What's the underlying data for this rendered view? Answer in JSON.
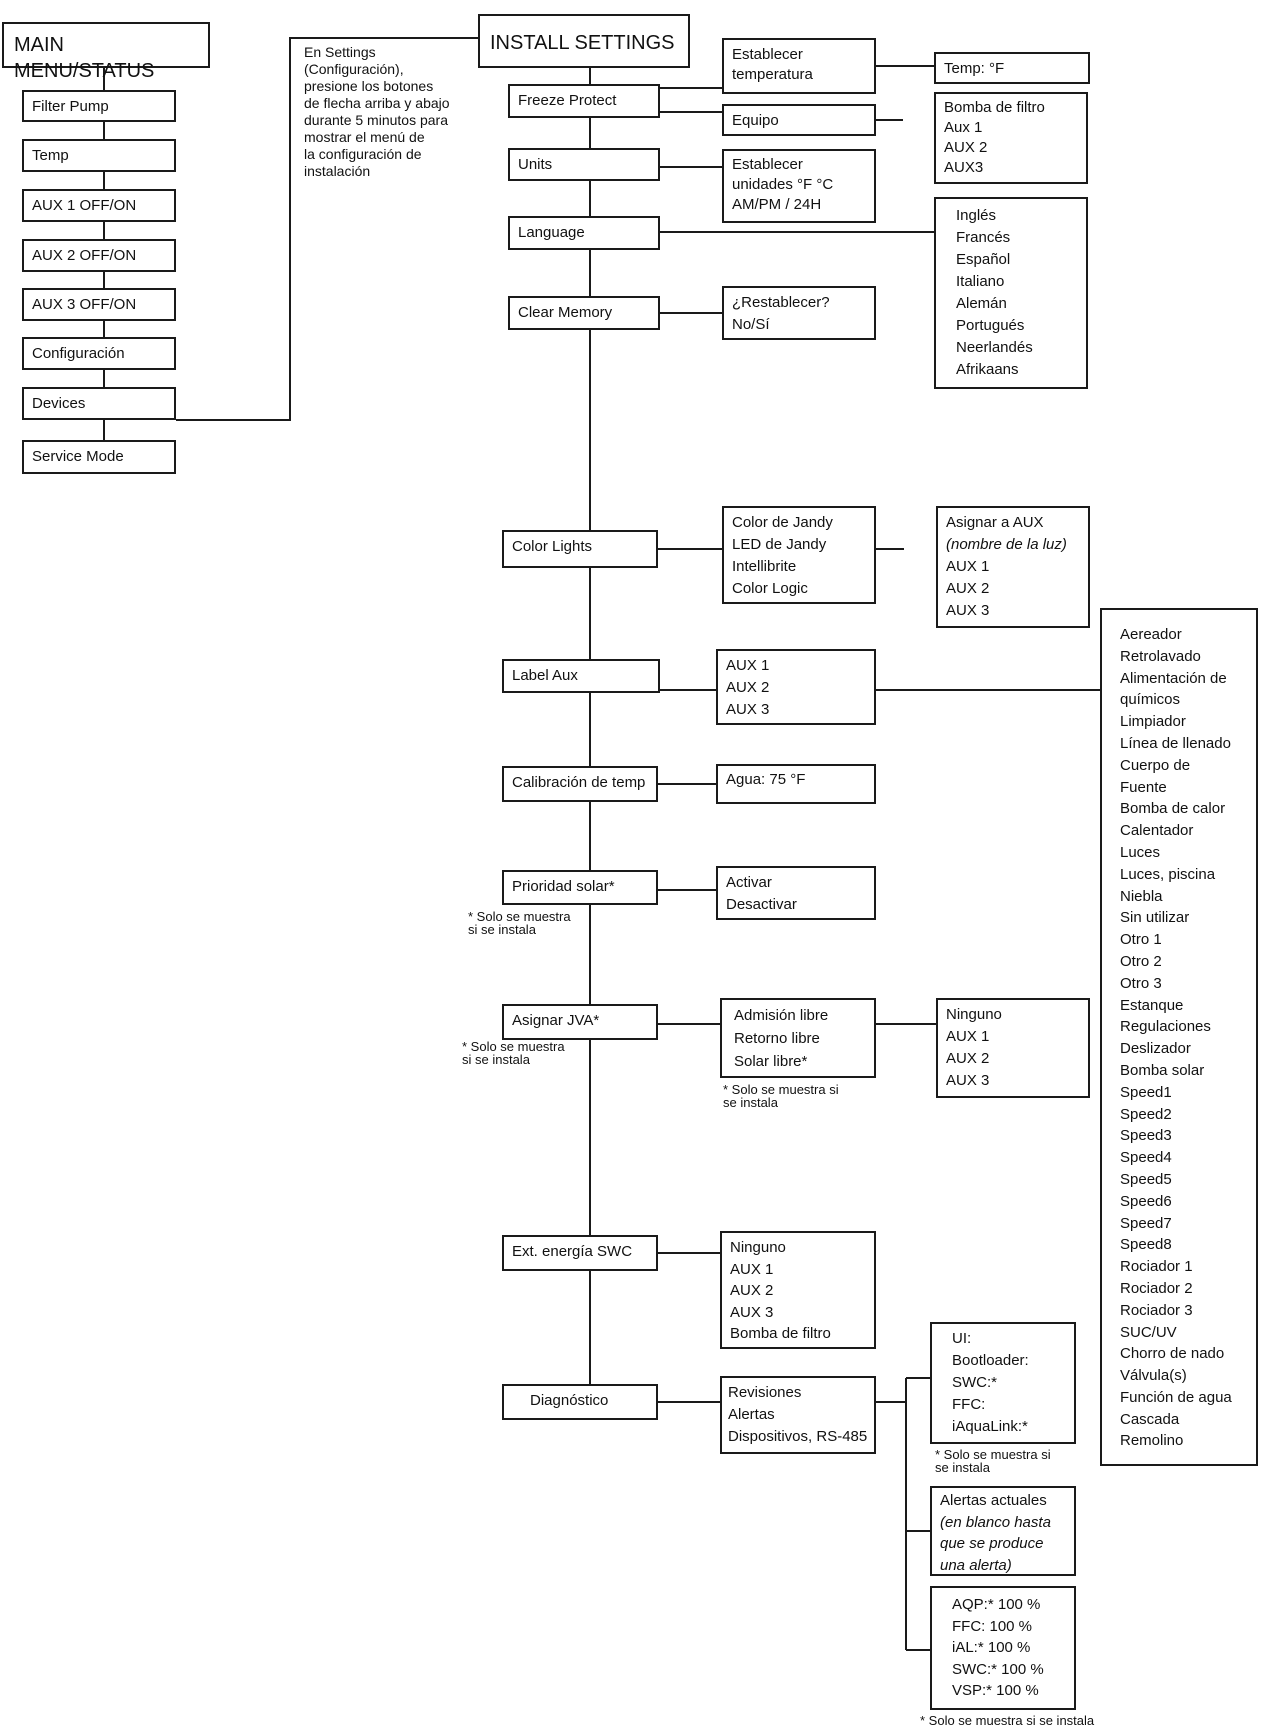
{
  "main_menu": {
    "title": "MAIN MENU/STATUS",
    "items": [
      "Filter Pump",
      "Temp",
      "AUX 1 OFF/ON",
      "AUX 2 OFF/ON",
      "AUX 3 OFF/ON",
      "Configuración",
      "Devices",
      "Service Mode"
    ]
  },
  "instruction": {
    "text": "En Settings\n(Configuración),\npresione los botones\nde flecha arriba y abajo\ndurante 5 minutos para\nmostrar el menú de\nla configuración de\ninstalación"
  },
  "install": {
    "title": "INSTALL SETTINGS",
    "items": [
      "Freeze Protect",
      "Units",
      "Language",
      "Clear Memory",
      "Color Lights",
      "Label Aux",
      "Calibración de temp",
      "Prioridad solar*",
      "Asignar JVA*",
      "Ext. energía SWC",
      "Diagnóstico"
    ]
  },
  "notes": {
    "solar": "* Solo se muestra\nsi se instala",
    "jva": "* Solo se muestra\nsi se instala",
    "jva_options": "* Solo se muestra si\nse instala",
    "revisions": "* Solo se muestra si\nse instala",
    "bottom": "* Solo se muestra si se instala"
  },
  "freeze": {
    "temp_set": [
      "Establecer",
      "temperatura"
    ],
    "temp_value": [
      "Temp: °F"
    ],
    "equipment": [
      "Equipo"
    ],
    "equipment_options": [
      "Bomba de filtro",
      "Aux 1",
      "AUX 2",
      "AUX3"
    ]
  },
  "units": {
    "options": [
      "Establecer",
      "unidades °F °C",
      "AM/PM / 24H"
    ]
  },
  "languages": [
    "Inglés",
    "Francés",
    "Español",
    "Italiano",
    "Alemán",
    "Portugués",
    "Neerlandés",
    "Afrikaans"
  ],
  "clear_memory": {
    "options": [
      "¿Restablecer?",
      "No/Sí"
    ]
  },
  "color_lights": {
    "types": [
      "Color de Jandy",
      "LED de Jandy",
      "Intellibrite",
      "Color Logic"
    ],
    "assign": [
      "Asignar a AUX",
      "(nombre de la luz)",
      "AUX 1",
      "AUX 2",
      "AUX 3"
    ]
  },
  "label_aux": {
    "options": [
      "AUX 1",
      "AUX 2",
      "AUX 3"
    ],
    "labels": [
      "Aereador",
      "Retrolavado",
      "Alimentación de",
      "químicos",
      "Limpiador",
      "Línea de llenado",
      "Cuerpo de",
      "Fuente",
      "Bomba de calor",
      "Calentador",
      "Luces",
      "Luces, piscina",
      "Niebla",
      "Sin utilizar",
      "Otro 1",
      "Otro 2",
      "Otro 3",
      "Estanque",
      "Regulaciones",
      "Deslizador",
      "Bomba solar",
      "Speed1",
      "Speed2",
      "Speed3",
      "Speed4",
      "Speed5",
      "Speed6",
      "Speed7",
      "Speed8",
      "Rociador 1",
      "Rociador 2",
      "Rociador 3",
      "SUC/UV",
      "Chorro de nado",
      "Válvula(s)",
      "Función de agua",
      "Cascada",
      "Remolino"
    ]
  },
  "calibration": {
    "options": [
      "Agua: 75 °F"
    ]
  },
  "solar": {
    "options": [
      "Activar",
      "Desactivar"
    ]
  },
  "jva": {
    "options": [
      "Admisión libre",
      "Retorno libre",
      "Solar libre*"
    ],
    "assign": [
      "Ninguno",
      "AUX 1",
      "AUX 2",
      "AUX 3"
    ]
  },
  "swc": {
    "options": [
      "Ninguno",
      "AUX 1",
      "AUX 2",
      "AUX 3",
      "Bomba de filtro"
    ]
  },
  "diagnostics": {
    "options": [
      "Revisiones",
      "Alertas",
      "Dispositivos, RS-485"
    ],
    "revisions": [
      "UI:",
      "Bootloader:",
      "SWC:*",
      "FFC:",
      "iAquaLink:*"
    ],
    "alerts": [
      "Alertas actuales",
      "(en blanco hasta",
      "que se produce",
      "una alerta)"
    ],
    "devices": [
      "AQP:* 100 %",
      "FFC: 100 %",
      "iAL:* 100 %",
      "SWC:* 100 %",
      "VSP:* 100 %"
    ]
  }
}
